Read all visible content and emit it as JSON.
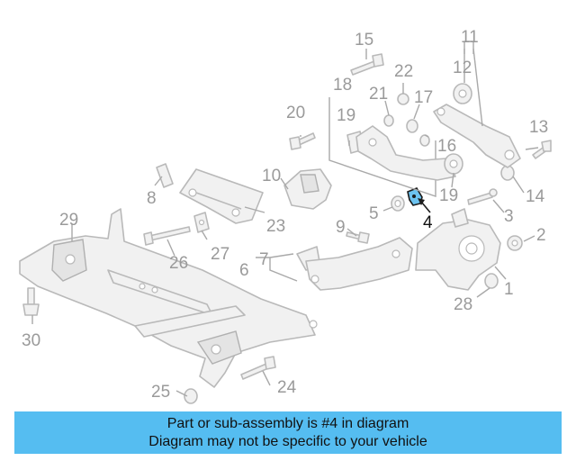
{
  "diagram": {
    "highlighted_part": "4",
    "highlight_color": "#6cc3f0",
    "callouts": [
      "1",
      "2",
      "3",
      "4",
      "5",
      "6",
      "7",
      "8",
      "9",
      "10",
      "11",
      "12",
      "13",
      "14",
      "15",
      "16",
      "17",
      "18",
      "19",
      "19",
      "20",
      "21",
      "22",
      "23",
      "24",
      "25",
      "26",
      "27",
      "28",
      "29",
      "30"
    ]
  },
  "banner": {
    "line1": "Part or sub-assembly is #4 in diagram",
    "line2": "Diagram may not be specific to your vehicle",
    "background": "#55bdf1"
  }
}
